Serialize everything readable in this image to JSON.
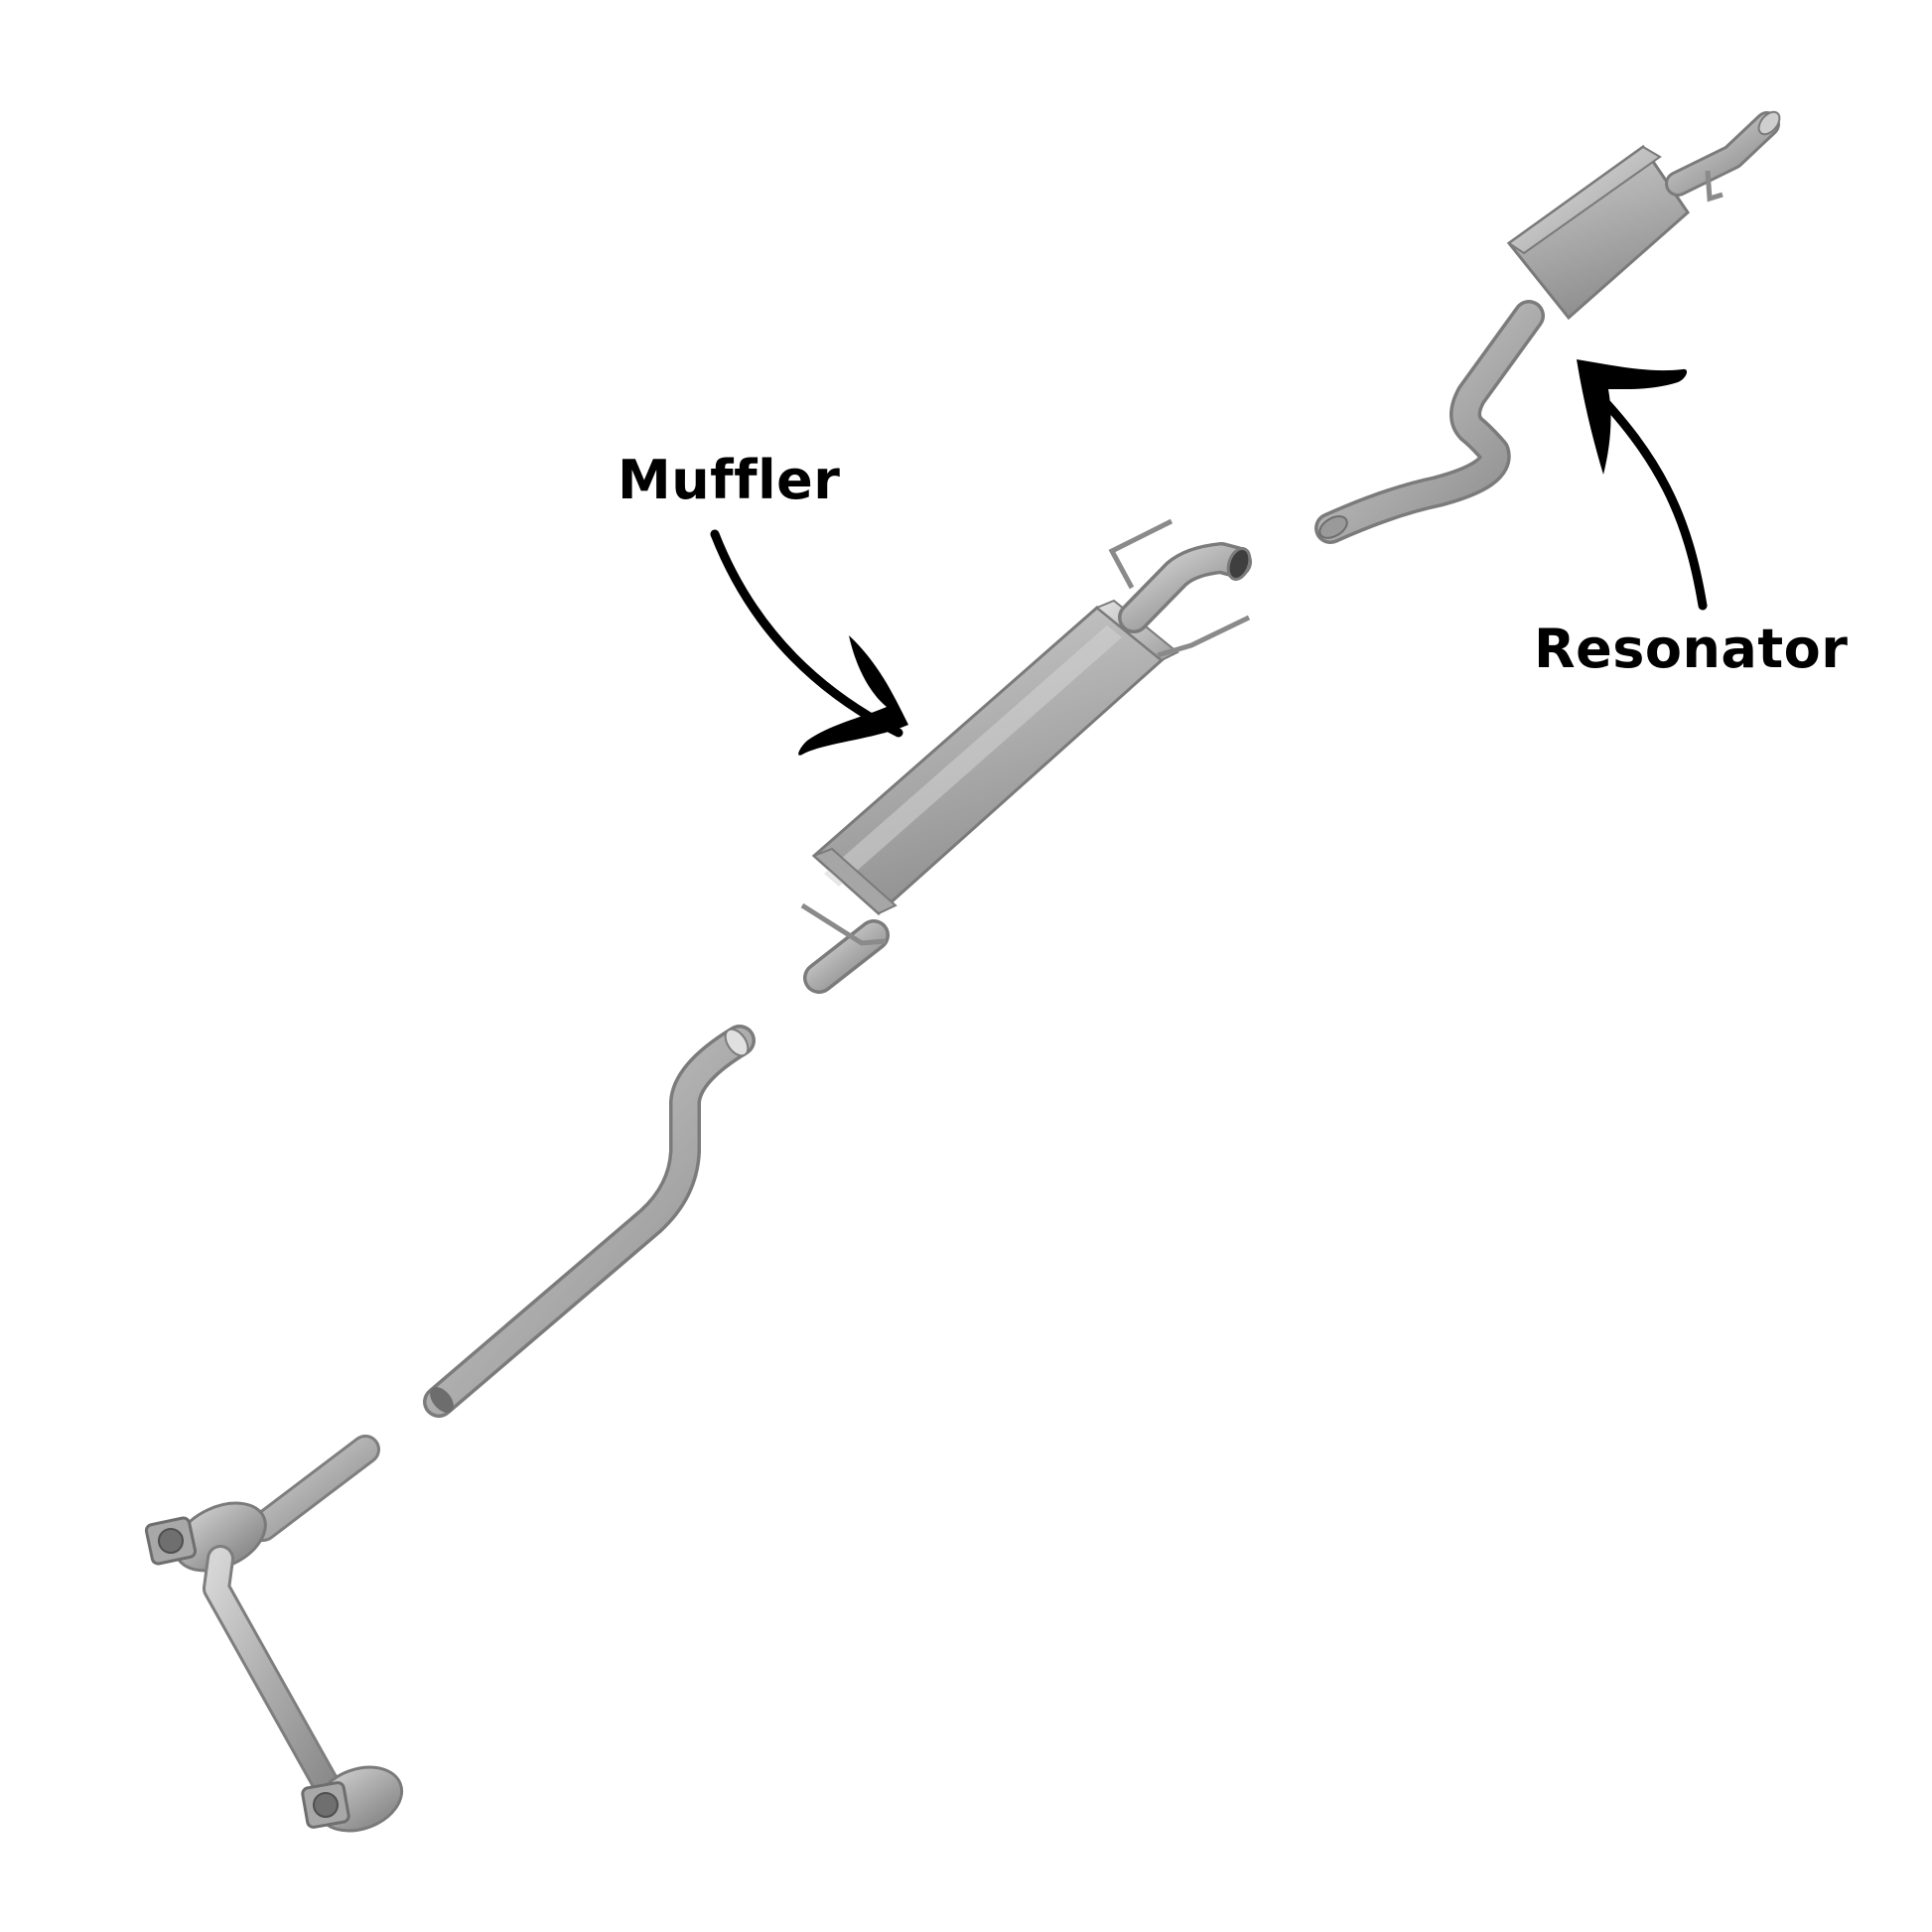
{
  "labels": {
    "muffler": "Muffler",
    "resonator": "Resonator"
  },
  "colors": {
    "background": "#ffffff",
    "text": "#000000",
    "arrow": "#000000",
    "pipe_dark": "#8c8c8c",
    "pipe_mid": "#b4b4b4",
    "pipe_light": "#d8d8d8",
    "body_shade": "#9a9a9a",
    "body_light": "#c9c9c9"
  },
  "parts": [
    {
      "name": "catalytic-converter-y-pipe"
    },
    {
      "name": "intermediate-pipe"
    },
    {
      "name": "muffler"
    },
    {
      "name": "resonator-assembly"
    }
  ]
}
